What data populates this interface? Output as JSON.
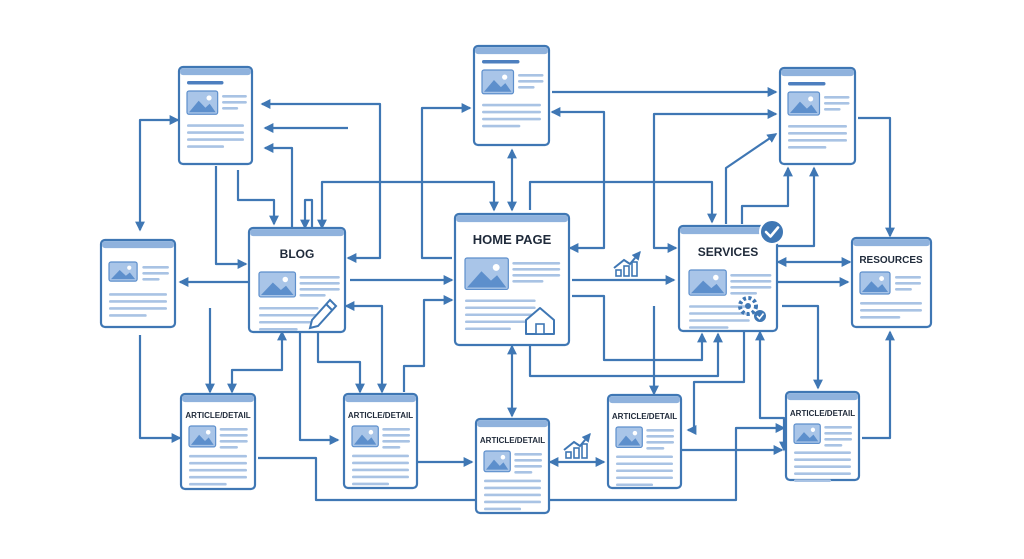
{
  "diagram": {
    "colors": {
      "stroke": "#3f77b4",
      "header": "#8fb2dd",
      "line": "#a9c3e4",
      "image_bg": "#a9c5e8",
      "image_fg": "#5d8fcc",
      "bar": "#4d7fbf",
      "page_bg": "#ffffff",
      "badge": "#3f77b4"
    },
    "pages": {
      "home": {
        "label": "HOME PAGE",
        "icon": "house-icon"
      },
      "blog": {
        "label": "BLOG",
        "icon": "pen-icon"
      },
      "services": {
        "label": "SERVICES",
        "icon": "gear-check-icon",
        "badge_icon": "check-badge-icon"
      },
      "resources": {
        "label": "RESOURCES"
      },
      "article_1": {
        "label": "ARTICLE/DETAIL"
      },
      "article_2": {
        "label": "ARTICLE/DETAIL"
      },
      "article_3": {
        "label": "ARTICLE/DETAIL"
      },
      "article_4": {
        "label": "ARTICLE/DETAIL"
      },
      "article_5": {
        "label": "ARTICLE/DETAIL"
      }
    },
    "unlabeled_pages": [
      "top-left-page",
      "top-center-page",
      "top-right-page",
      "left-page"
    ],
    "decor_icons": [
      "trend-chart-icon",
      "trend-chart-icon"
    ]
  }
}
